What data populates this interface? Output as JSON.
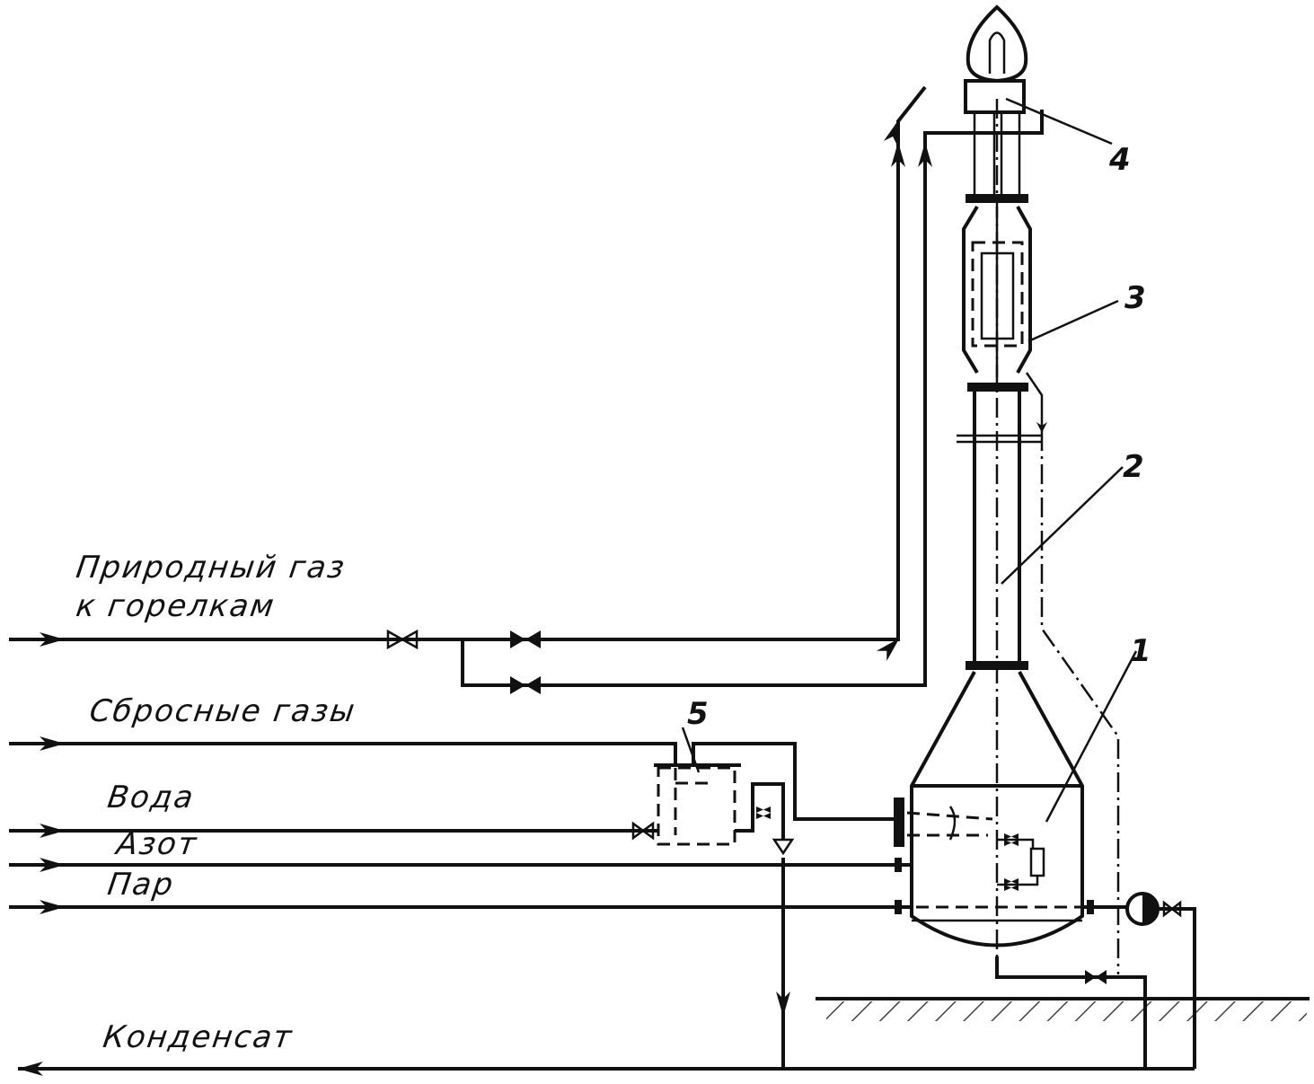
{
  "labels": {
    "natural_gas_line1": "Природный газ",
    "natural_gas_line2": "к горелкам",
    "waste_gases": "Сбросные газы",
    "water": "Вода",
    "nitrogen": "Азот",
    "steam": "Пар",
    "condensate": "Конденсат"
  },
  "callouts": [
    "1",
    "2",
    "3",
    "4",
    "5"
  ]
}
